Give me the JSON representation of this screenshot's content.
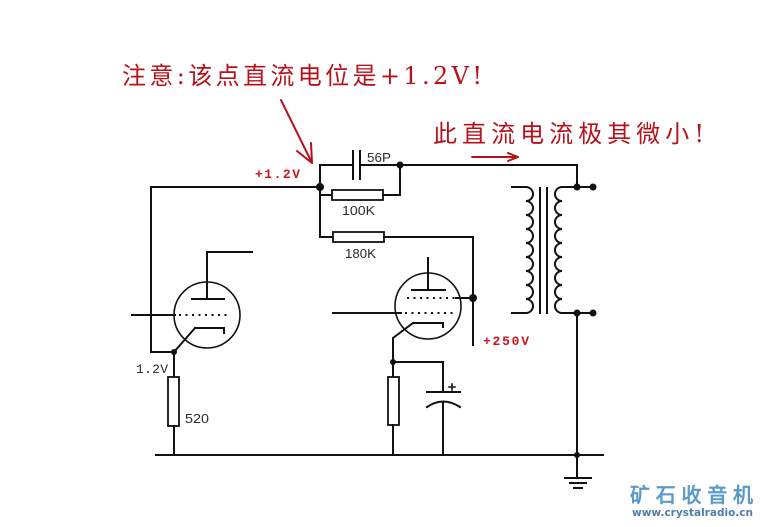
{
  "diagram": {
    "annotations": {
      "dc_potential_note": "注意:该点直流电位是+1.2V!",
      "dc_current_note": "此直流电流极其微小!"
    },
    "node_labels": {
      "grid_node_voltage": "+1.2V",
      "supply_voltage": "+250V",
      "cathode_voltage": "1.2V"
    },
    "component_labels": {
      "feedback_capacitor": "56P",
      "feedback_resistor_1": "100K",
      "feedback_resistor_2": "180K",
      "cathode_resistor": "520"
    },
    "watermark": {
      "site_name": "矿石收音机",
      "url": "www.crystalradio.cn"
    },
    "colors": {
      "annotation": "#b5121b",
      "label_red": "#c8171f",
      "wire": "#111111",
      "label_text": "#2a2a2a",
      "watermark_name": "#5b9ac9",
      "watermark_url": "#4f7fa8"
    }
  }
}
